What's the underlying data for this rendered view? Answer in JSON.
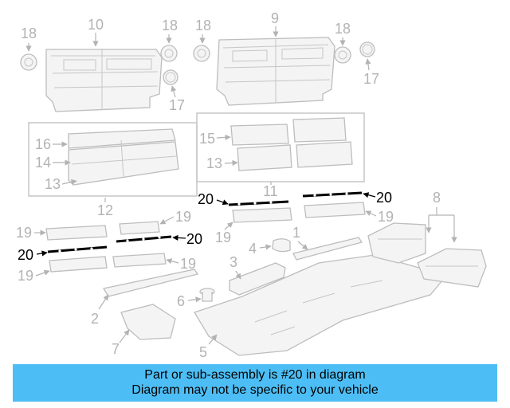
{
  "diagram": {
    "callouts": [
      "1",
      "2",
      "3",
      "4",
      "5",
      "6",
      "7",
      "8",
      "9",
      "10",
      "11",
      "12",
      "13",
      "13",
      "14",
      "15",
      "16",
      "17",
      "17",
      "18",
      "18",
      "18",
      "19",
      "19",
      "19",
      "19",
      "19",
      "20",
      "20",
      "20",
      "20"
    ],
    "highlight_part": "20",
    "colors": {
      "parts": "#bdbdbd",
      "labels": "#b3b3b3",
      "highlight": "#000000",
      "banner": "#4dbef5"
    }
  },
  "banner": {
    "line1": "Part or sub-assembly is #20 in diagram",
    "line2": "Diagram may not be specific to your vehicle"
  }
}
